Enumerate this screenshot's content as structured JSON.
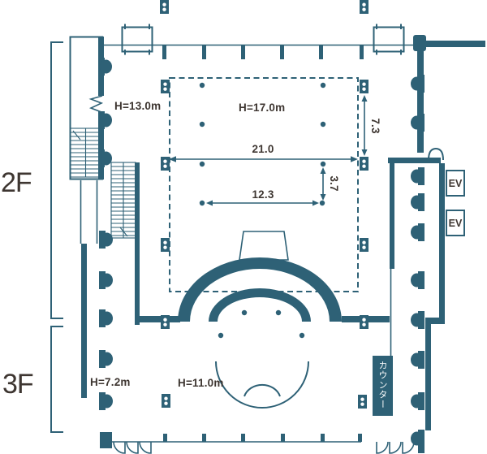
{
  "floors": {
    "floor2_label": "2F",
    "floor3_label": "3F"
  },
  "labels": {
    "upper_hall_height": "H=13.0m",
    "void_height": "H=17.0m",
    "corridor_height": "H=7.2m",
    "stage_height": "H=11.0m",
    "elevator1": "EV",
    "elevator2": "EV",
    "counter": "カウンター"
  },
  "dimensions": {
    "hall_width": "21.0",
    "inner_width": "12.3",
    "inner_depth": "3.7",
    "side_depth": "7.3"
  },
  "colors": {
    "line": "#2e6176",
    "text": "#3e3631",
    "marker_dot": "#ffffff",
    "background": "#ffffff"
  }
}
